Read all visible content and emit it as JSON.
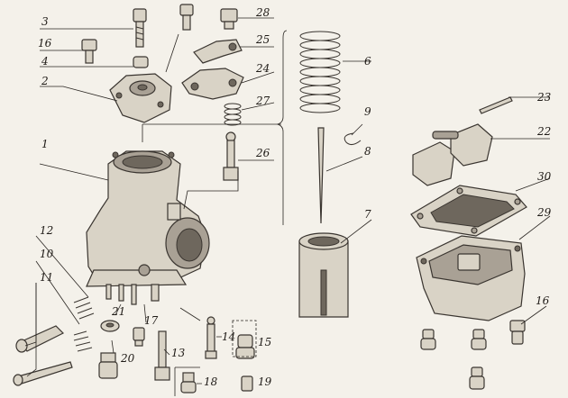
{
  "callouts": {
    "n1": "1",
    "n2": "2",
    "n3": "3",
    "n4": "4",
    "n6": "6",
    "n7": "7",
    "n8": "8",
    "n9": "9",
    "n10": "10",
    "n11": "11",
    "n12": "12",
    "n13": "13",
    "n14": "14",
    "n15": "15",
    "n16a": "16",
    "n16b": "16",
    "n17": "17",
    "n18": "18",
    "n19": "19",
    "n20": "20",
    "n21": "21",
    "n22": "22",
    "n23": "23",
    "n24": "24",
    "n25": "25",
    "n26": "26",
    "n27": "27",
    "n28": "28",
    "n29": "29",
    "n30": "30"
  },
  "colors": {
    "paper": "#f4f1ea",
    "metal_light": "#d9d3c6",
    "metal_dark": "#a9a195",
    "ink": "#3a3530"
  }
}
